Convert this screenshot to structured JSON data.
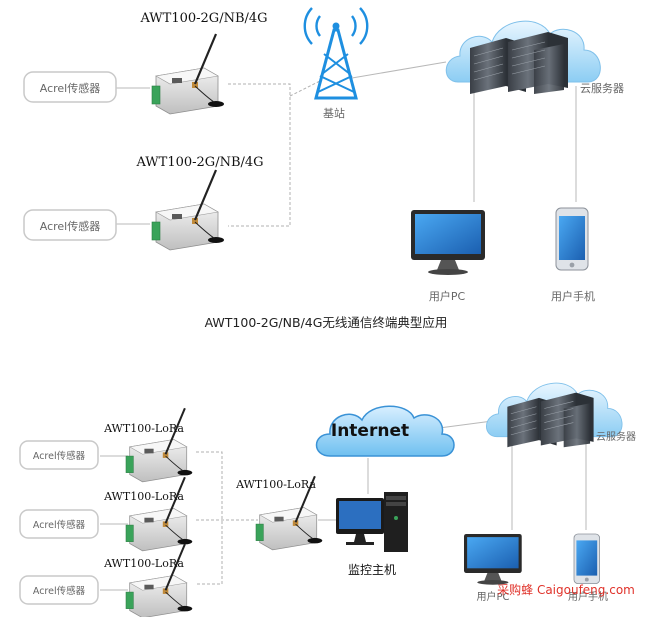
{
  "top": {
    "sensor_labels": [
      "Acrel传感器",
      "Acrel传感器"
    ],
    "device_labels": [
      "AWT100-2G/NB/4G",
      "AWT100-2G/NB/4G"
    ],
    "base_station": "基站",
    "cloud": "云服务器",
    "pc": "用户PC",
    "phone": "用户手机",
    "caption": "AWT100-2G/NB/4G无线通信终端典型应用"
  },
  "bottom": {
    "sensor_labels": [
      "Acrel传感器",
      "Acrel传感器",
      "Acrel传感器"
    ],
    "device_labels": [
      "AWT100-LoRa",
      "AWT100-LoRa",
      "AWT100-LoRa"
    ],
    "gateway_label": "AWT100-LoRa",
    "internet": "Internet",
    "host": "监控主机",
    "cloud": "云服务器",
    "pc": "用户PC",
    "phone": "用户手机"
  },
  "watermark": "采购蜂 Caigoufeng.com",
  "colors": {
    "accent_blue": "#1e8fe0",
    "wire": "#b8b8b8",
    "module_green": "#3aa35a",
    "watermark_red": "#e0322a"
  }
}
